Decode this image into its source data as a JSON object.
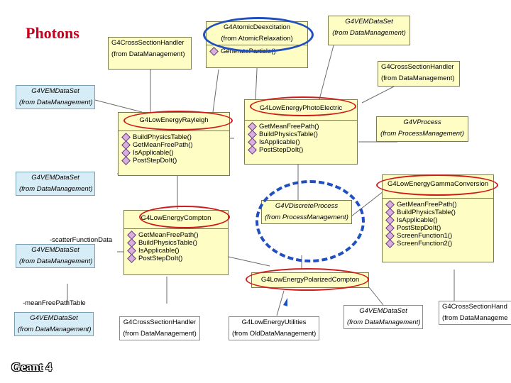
{
  "title": "Photons",
  "footer": "Geant 4",
  "colors": {
    "title": "#c8001e",
    "class_fill": "#fdfdc4",
    "blue_class_fill": "#d6ecf6",
    "highlight_ring": "#d01a1a",
    "focus_ring": "#1f4fc0"
  },
  "classes": {
    "atomic_deexcitation": {
      "name": "G4AtomicDeexcitation",
      "pkg": "(from AtomicRelaxation)",
      "ops": [
        "GenerateParticle()"
      ]
    },
    "emdataset_top": {
      "name": "G4VEMDataSet",
      "pkg": "(from DataManagement)"
    },
    "csh_top": {
      "name": "G4CrossSectionHandler",
      "pkg": "(from DataManagement)"
    },
    "csh_right": {
      "name": "G4CrossSectionHandler",
      "pkg": "(from DataManagement)"
    },
    "emdataset_left1": {
      "name": "G4VEMDataSet",
      "pkg": "(from DataManagement)"
    },
    "rayleigh": {
      "name": "G4LowEnergyRayleigh",
      "ops": [
        "BuildPhysicsTable()",
        "GetMeanFreePath()",
        "IsApplicable()",
        "PostStepDoIt()"
      ]
    },
    "photoelectric": {
      "name": "G4LowEnergyPhotoElectric",
      "ops": [
        "GetMeanFreePath()",
        "BuildPhysicsTable()",
        "IsApplicable()",
        "PostStepDoIt()"
      ]
    },
    "vprocess": {
      "name": "G4VProcess",
      "pkg": "(from ProcessManagement)"
    },
    "emdataset_left2": {
      "name": "G4VEMDataSet",
      "pkg": "(from DataManagement)"
    },
    "gamma_conversion": {
      "name": "G4LowEnergyGammaConversion",
      "ops": [
        "GetMeanFreePath()",
        "BuildPhysicsTable()",
        "IsApplicable()",
        "PostStepDoIt()",
        "ScreenFunction1()",
        "ScreenFunction2()"
      ]
    },
    "discrete_process": {
      "name": "G4VDiscreteProcess",
      "pkg": "(from ProcessManagement)"
    },
    "compton": {
      "name": "G4LowEnergyCompton",
      "ops": [
        "GetMeanFreePath()",
        "BuildPhysicsTable()",
        "IsApplicable()",
        "PostStepDoIt()"
      ]
    },
    "emdataset_left3": {
      "name": "G4VEMDataSet",
      "pkg": "(from DataManagement)"
    },
    "polarized_compton": {
      "name": "G4LowEnergyPolarizedCompton"
    },
    "emdataset_bottom_left": {
      "name": "G4VEMDataSet",
      "pkg": "(from DataManagement)"
    },
    "csh_bottom": {
      "name": "G4CrossSectionHandler",
      "pkg": "(from DataManagement)"
    },
    "utilities": {
      "name": "G4LowEnergyUtilities",
      "pkg": "(from OldDataManagement)"
    },
    "emdataset_bottom_right": {
      "name": "G4VEMDataSet",
      "pkg": "(from DataManagement)"
    },
    "csh_bottom_right": {
      "name": "G4CrossSectionHand",
      "pkg": "(from DataManageme"
    }
  },
  "labels": {
    "scatter": "-scatterFunctionData",
    "meanfree": "-meanFreePathTable"
  }
}
